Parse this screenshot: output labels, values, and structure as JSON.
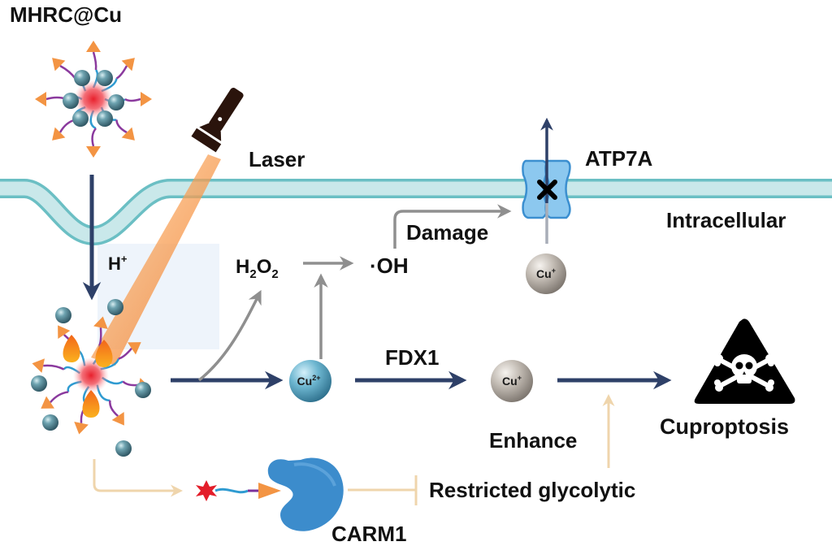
{
  "labels": {
    "nanoparticle": "MHRC@Cu",
    "laser": "Laser",
    "transporter": "ATP7A",
    "compartment": "Intracellular",
    "proton": "H",
    "proton_sup": "+",
    "h2o2_h": "H",
    "h2o2_o": "O",
    "h2o2_sub": "2",
    "hydroxyl": "·OH",
    "damage": "Damage",
    "fdx1": "FDX1",
    "enhance": "Enhance",
    "restricted": "Restricted glycolytic",
    "carm1": "CARM1",
    "outcome": "Cuproptosis"
  },
  "ions": {
    "cu2": "Cu",
    "cu2_sup": "2+",
    "cu1": "Cu",
    "cu1_sup": "+"
  },
  "icons": {
    "laser": "flashlight-icon",
    "outcome": "skull-crossbones-warning-icon",
    "block": "x-mark-icon"
  },
  "colors": {
    "membrane_fill": "#c9e8ea",
    "membrane_edge": "#6bbfc4",
    "main_arrow": "#2e4068",
    "secondary_arrow": "#8f8f8f",
    "regulation_arrow": "#efd5ac",
    "laser_beam": "#f7893a",
    "arm_arrow": "#f39443",
    "cu2_ball": "#5aa9c4",
    "cu1_ball": "#b9b2aa",
    "core": "#e8333a",
    "protein": "#3c8ccc",
    "channel": "#5aaee6"
  }
}
